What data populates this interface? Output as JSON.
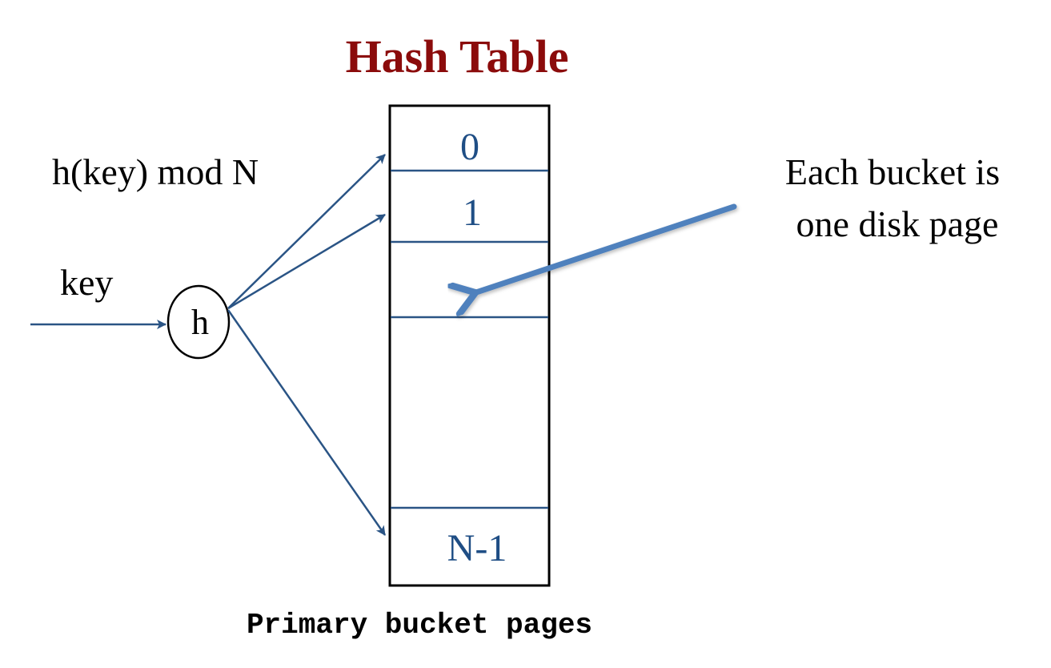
{
  "title": "Hash Table",
  "colors": {
    "title": "#8b0b0b",
    "bucket_label": "#1f4e85",
    "arrow": "#2a5485",
    "pointer_arrow": "#4f81bd",
    "text": "#000000",
    "table_border": "#000000"
  },
  "labels": {
    "hash_function": "h(key) mod N",
    "input": "key",
    "hash_node": "h",
    "annotation_line1": "Each bucket is",
    "annotation_line2": "one disk page",
    "caption": "Primary bucket pages"
  },
  "buckets": [
    {
      "index": 0,
      "label": "0"
    },
    {
      "index": 1,
      "label": "1"
    },
    {
      "index": 2,
      "label": ""
    },
    {
      "index": 3,
      "label": ""
    },
    {
      "index": 4,
      "label": "N-1"
    }
  ],
  "edges": [
    {
      "from": "input",
      "to": "hash_node"
    },
    {
      "from": "hash_node",
      "to": "bucket-0"
    },
    {
      "from": "hash_node",
      "to": "bucket-1"
    },
    {
      "from": "hash_node",
      "to": "bucket-N-1"
    },
    {
      "from": "annotation",
      "to": "bucket-2"
    }
  ]
}
